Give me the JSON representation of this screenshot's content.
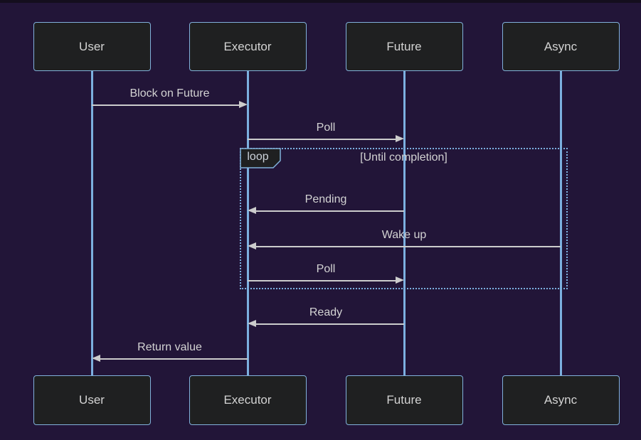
{
  "diagram": {
    "type": "sequence-diagram",
    "actors": [
      {
        "name": "User"
      },
      {
        "name": "Executor"
      },
      {
        "name": "Future"
      },
      {
        "name": "Async"
      }
    ],
    "messages": [
      {
        "from": "User",
        "to": "Executor",
        "label": "Block on Future"
      },
      {
        "from": "Executor",
        "to": "Future",
        "label": "Poll"
      },
      {
        "from": "Future",
        "to": "Executor",
        "label": "Pending"
      },
      {
        "from": "Async",
        "to": "Executor",
        "label": "Wake up"
      },
      {
        "from": "Executor",
        "to": "Future",
        "label": "Poll"
      },
      {
        "from": "Future",
        "to": "Executor",
        "label": "Ready"
      },
      {
        "from": "Executor",
        "to": "User",
        "label": "Return value"
      }
    ],
    "loop": {
      "label": "loop",
      "condition": "[Until completion]",
      "contains_message_indices": [
        2,
        3,
        4
      ]
    },
    "colors": {
      "background": "#221538",
      "top_edge": "#140e1e",
      "actor_fill": "#1f2021",
      "actor_border": "#81b1db",
      "actor_text": "#d3d3d3",
      "lifeline": "#7cb0e0",
      "signal": "#cccccc",
      "signal_text": "#d3d3d3",
      "loop_border": "#7cb0e0",
      "loop_text": "#ccd2da"
    }
  }
}
